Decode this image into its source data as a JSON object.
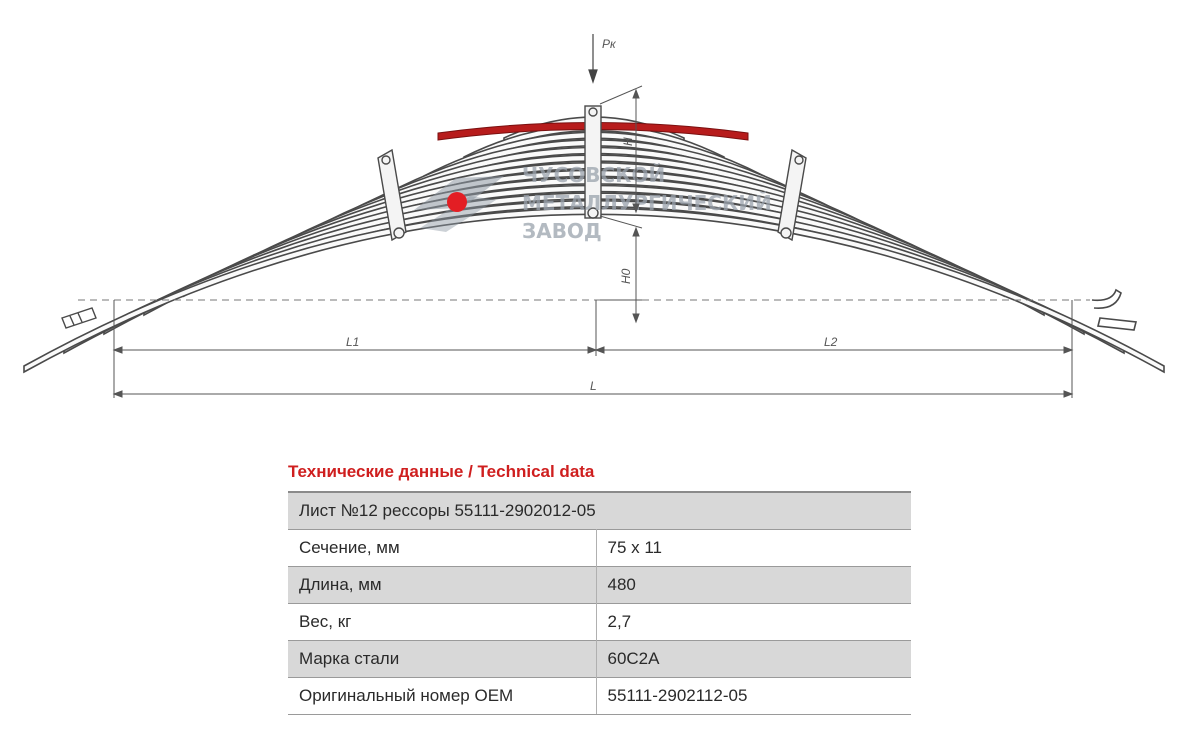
{
  "diagram": {
    "labels": {
      "load": "Pк",
      "height": "H",
      "free_height": "H0",
      "left_length": "L1",
      "right_length": "L2",
      "total_length": "L"
    },
    "watermark": {
      "line1": "ЧУСОВСКОЙ",
      "line2": "МЕТАЛЛУРГИЧЕСКИЙ",
      "line3": "ЗАВОД"
    },
    "colors": {
      "highlight_leaf": "#b71c1c",
      "logo_dot": "#e31e24",
      "line": "#555555"
    }
  },
  "table": {
    "title": "Технические данные / Technical data",
    "header": "Лист №12 рессоры 55111-2902012-05",
    "rows": [
      {
        "label": "Сечение, мм",
        "value": "75 x 11"
      },
      {
        "label": "Длина, мм",
        "value": "480"
      },
      {
        "label": "Вес, кг",
        "value": "2,7"
      },
      {
        "label": "Марка стали",
        "value": "60С2А"
      },
      {
        "label": "Оригинальный номер OEM",
        "value": "55111-2902112-05"
      }
    ],
    "colors": {
      "title": "#cf1f1f",
      "shaded_row": "#d8d8d8"
    }
  }
}
